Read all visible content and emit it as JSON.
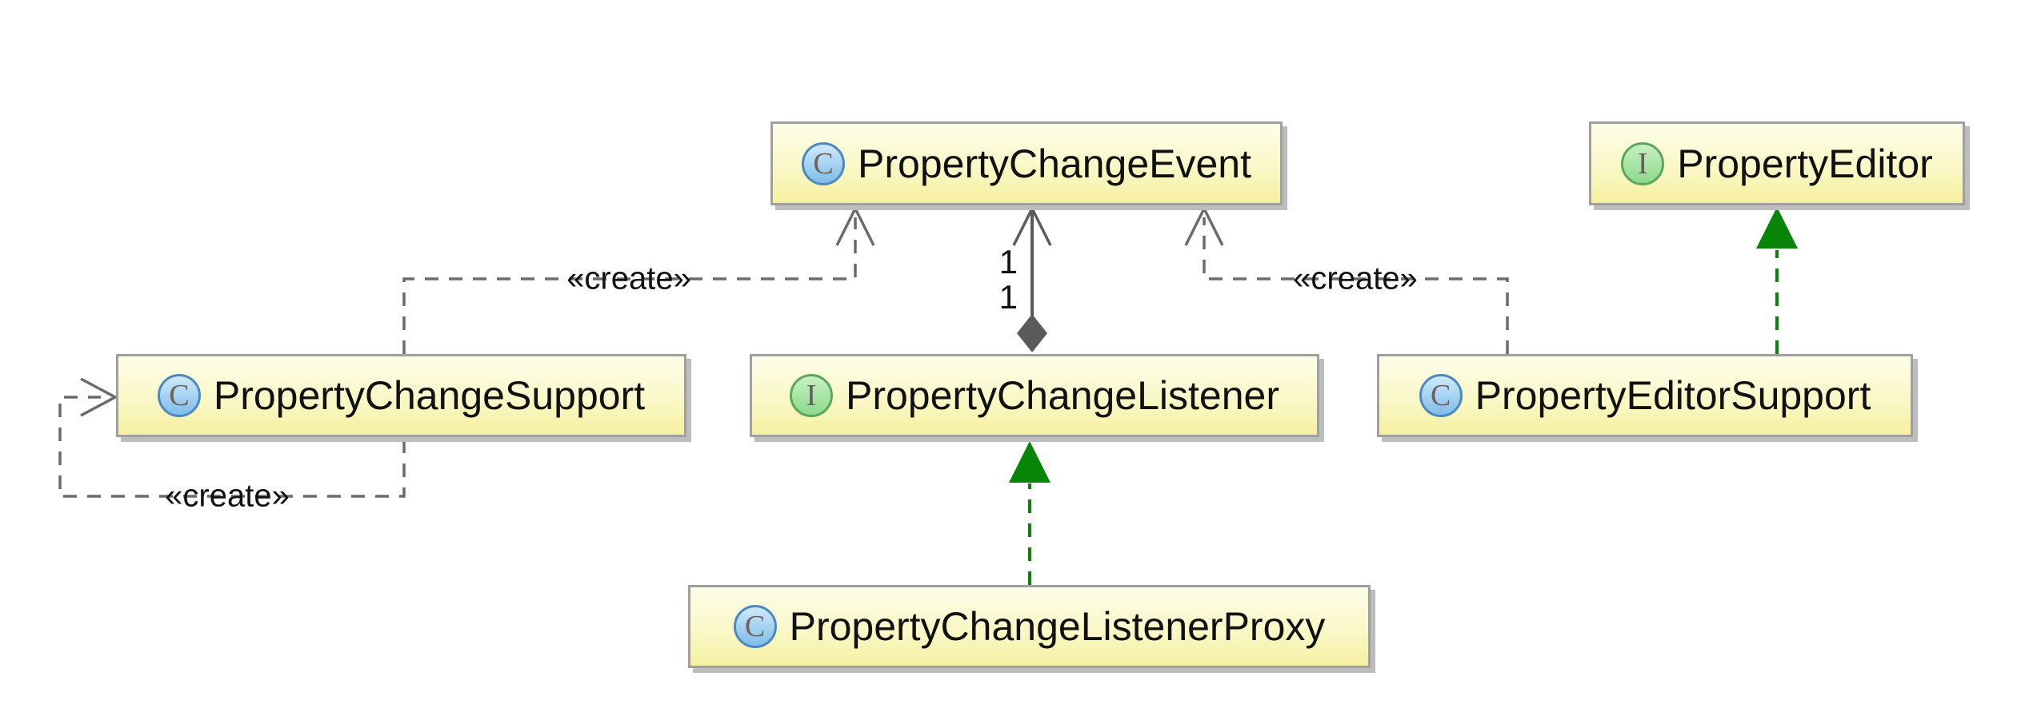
{
  "diagram": {
    "kind": "uml-class-diagram",
    "background_color": "#ffffff",
    "colors": {
      "node_fill_top": "#fdfde9",
      "node_fill_bottom": "#f5f0a0",
      "node_border": "#a0a0a0",
      "dependency_line": "#6b6b6b",
      "composition_line": "#5a5a5a",
      "realization_green": "#078507",
      "class_icon_fill": "#7fbde9",
      "interface_icon_fill": "#8cd98c"
    },
    "classes": [
      {
        "id": "PropertyChangeEvent",
        "stereotype": "class",
        "icon_letter": "C",
        "label": "PropertyChangeEvent"
      },
      {
        "id": "PropertyEditor",
        "stereotype": "interface",
        "icon_letter": "I",
        "label": "PropertyEditor"
      },
      {
        "id": "PropertyChangeSupport",
        "stereotype": "class",
        "icon_letter": "C",
        "label": "PropertyChangeSupport"
      },
      {
        "id": "PropertyChangeListener",
        "stereotype": "interface",
        "icon_letter": "I",
        "label": "PropertyChangeListener"
      },
      {
        "id": "PropertyEditorSupport",
        "stereotype": "class",
        "icon_letter": "C",
        "label": "PropertyEditorSupport"
      },
      {
        "id": "PropertyChangeListenerProxy",
        "stereotype": "class",
        "icon_letter": "C",
        "label": "PropertyChangeListenerProxy"
      }
    ],
    "edges": [
      {
        "from": "PropertyChangeSupport",
        "to": "PropertyChangeEvent",
        "type": "dependency-dashed-open-arrow",
        "label": "«create»"
      },
      {
        "from": "PropertyEditorSupport",
        "to": "PropertyChangeEvent",
        "type": "dependency-dashed-open-arrow",
        "label": "«create»"
      },
      {
        "from": "PropertyChangeSupport",
        "to": "PropertyChangeSupport",
        "type": "dependency-dashed-open-arrow-self-loop",
        "label": "«create»"
      },
      {
        "from": "PropertyChangeEvent",
        "to": "PropertyChangeListener",
        "type": "composition-solid-open-arrow-filled-diamond",
        "multiplicities": [
          "1",
          "1"
        ]
      },
      {
        "from": "PropertyChangeListenerProxy",
        "to": "PropertyChangeListener",
        "type": "realization-dashed-green-filled-triangle"
      },
      {
        "from": "PropertyEditorSupport",
        "to": "PropertyEditor",
        "type": "realization-dashed-green-filled-triangle"
      }
    ]
  }
}
